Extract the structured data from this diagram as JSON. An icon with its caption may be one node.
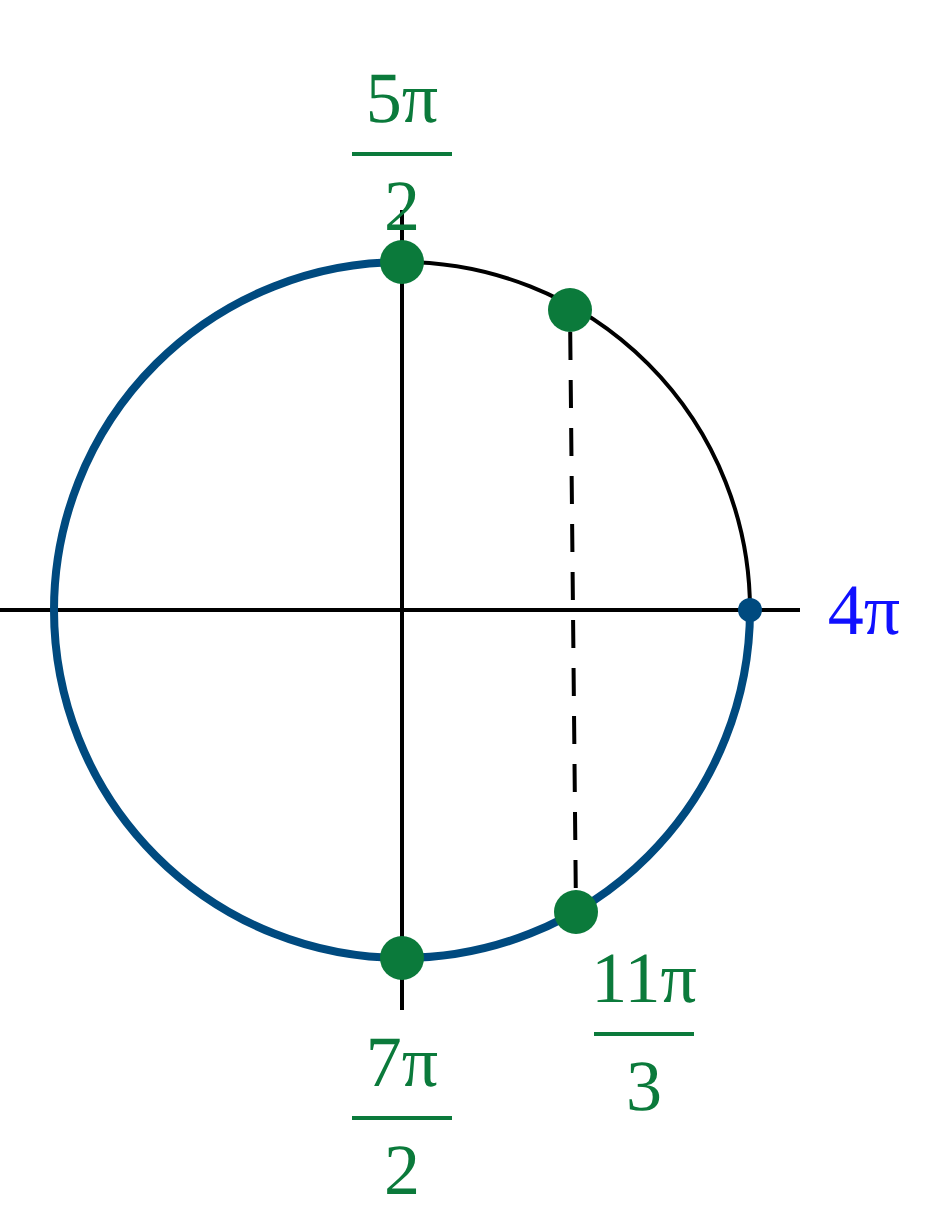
{
  "diagram": {
    "nodes": [
      {
        "text": [],
        "shape": "circle",
        "beside": [
          "5π",
          "2"
        ]
      },
      {
        "text": [],
        "shape": "circle"
      },
      {
        "text": [],
        "shape": "circle",
        "beside": [
          "4π"
        ]
      },
      {
        "text": [],
        "shape": "circle",
        "beside": [
          "11π",
          "3"
        ]
      },
      {
        "text": [],
        "shape": "circle",
        "beside": [
          "7π",
          "2"
        ]
      }
    ],
    "edges": [
      {
        "from": 1,
        "to": 3,
        "arrow": "none",
        "style": "dashed"
      }
    ]
  }
}
